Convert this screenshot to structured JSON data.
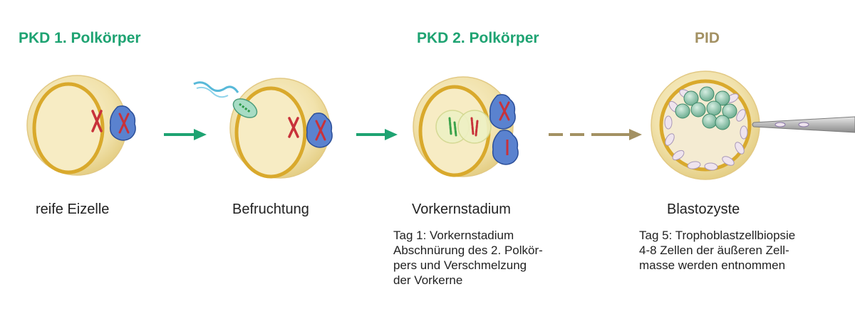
{
  "headers": {
    "pkd1": "PKD 1. Polkörper",
    "pkd2": "PKD 2. Polkörper",
    "pid": "PID"
  },
  "stages": [
    {
      "label": "reife Eizelle"
    },
    {
      "label": "Befruchtung"
    },
    {
      "label": "Vorkernstadium"
    },
    {
      "label": "Blastozyste"
    }
  ],
  "descriptions": {
    "vorkern": [
      "Tag 1: Vorkernstadium",
      "Abschnürung des 2. Polkör-",
      "pers und Verschmelzung",
      "der Vorkerne"
    ],
    "blasto": [
      "Tag 5: Trophoblastzellbiopsie",
      "4-8 Zellen der äußeren Zell-",
      "masse werden entnommen"
    ]
  },
  "colors": {
    "green": "#1ea372",
    "brown": "#a39163",
    "egg_fill": "#f3e6b4",
    "zona": "#e0b83a",
    "chromosome": "#c8323a",
    "polar_body": "#4e78c8"
  },
  "icons": [
    "chromosome-x-icon",
    "polar-body-icon",
    "sperm-icon",
    "pronucleus-icon",
    "pipette-icon",
    "arrow-right-icon"
  ]
}
